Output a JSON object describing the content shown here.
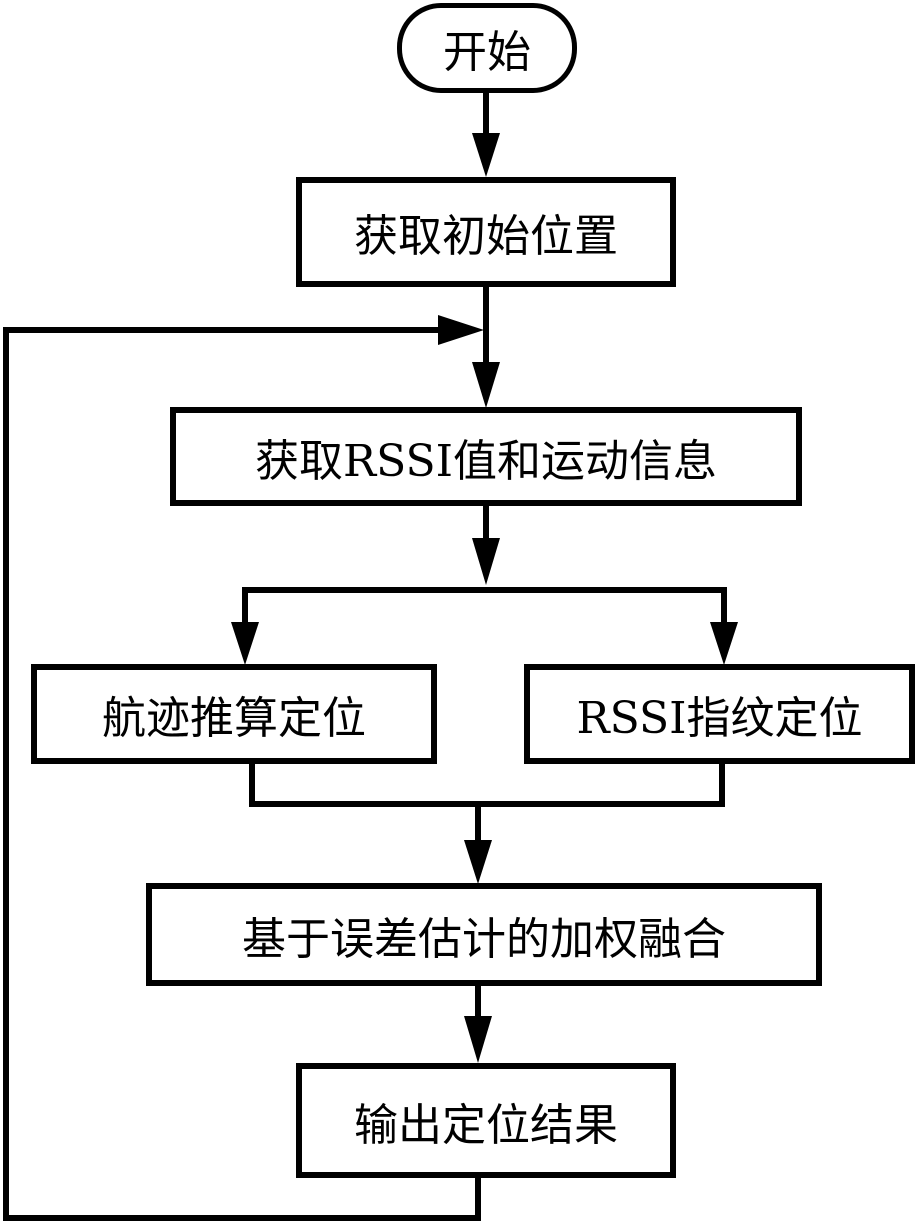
{
  "diagram": {
    "type": "flowchart",
    "line_color": "#000000",
    "nodes": {
      "start": "开始",
      "get_initial_position": "获取初始位置",
      "get_rssi_motion": "获取RSSI值和运动信息",
      "dead_reckoning": "航迹推算定位",
      "rssi_fingerprint": "RSSI指纹定位",
      "weighted_fusion": "基于误差估计的加权融合",
      "output_result": "输出定位结果"
    },
    "edges": [
      {
        "from": "start",
        "to": "get_initial_position"
      },
      {
        "from": "get_initial_position",
        "to": "get_rssi_motion"
      },
      {
        "from": "get_rssi_motion",
        "to": "dead_reckoning"
      },
      {
        "from": "get_rssi_motion",
        "to": "rssi_fingerprint"
      },
      {
        "from": "dead_reckoning",
        "to": "weighted_fusion"
      },
      {
        "from": "rssi_fingerprint",
        "to": "weighted_fusion"
      },
      {
        "from": "weighted_fusion",
        "to": "output_result"
      },
      {
        "from": "output_result",
        "to": "get_rssi_motion",
        "kind": "loop-back"
      }
    ]
  }
}
